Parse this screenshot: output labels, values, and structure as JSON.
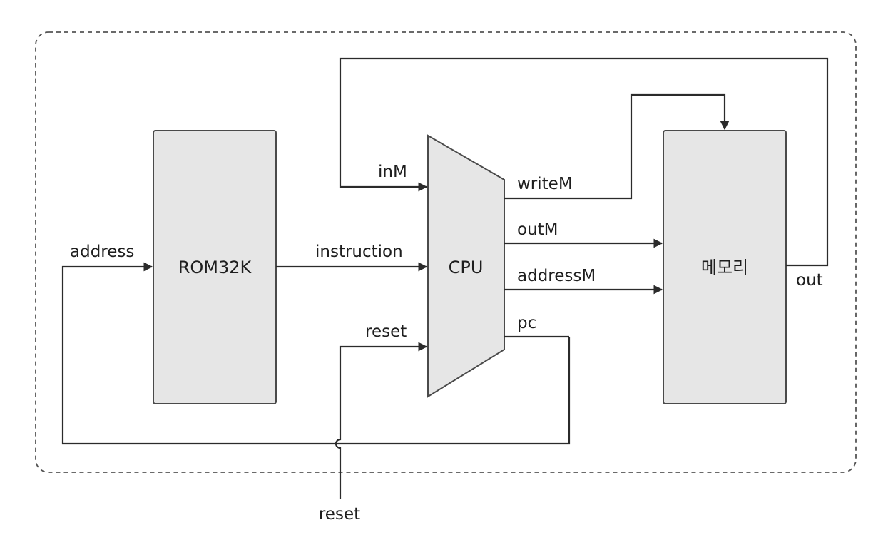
{
  "blocks": {
    "rom": "ROM32K",
    "cpu": "CPU",
    "memory": "메모리"
  },
  "signals": {
    "address": "address",
    "instruction": "instruction",
    "inM": "inM",
    "reset_cpu": "reset",
    "writeM": "writeM",
    "outM": "outM",
    "addressM": "addressM",
    "pc": "pc",
    "out": "out",
    "reset_external": "reset"
  }
}
